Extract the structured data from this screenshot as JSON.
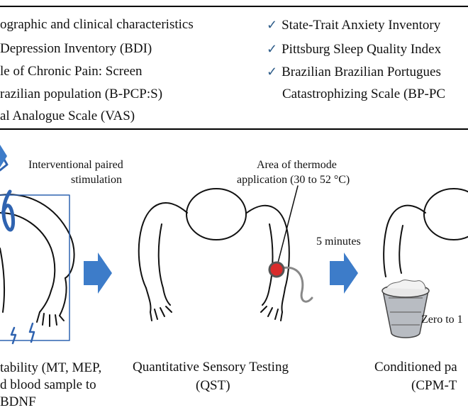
{
  "checklist_left": [
    "ographic and clinical characteristics",
    "Depression Inventory (BDI)",
    "le of Chronic Pain: Screen",
    "razilian population (B-PCP:S)",
    "al Analogue Scale (VAS)"
  ],
  "checklist_right": [
    "State-Trait Anxiety Inventory",
    "Pittsburg Sleep Quality Index",
    "Brazilian Brazilian Portugues",
    "Catastrophizing Scale (BP-PC"
  ],
  "check_symbol": "✓",
  "labels": {
    "interventional_line1": "Interventional paired",
    "interventional_line2": "stimulation",
    "thermode_line1": "Area of thermode",
    "thermode_line2": "application (30 to 52 °C)",
    "minutes": "5 minutes",
    "zero_to": "Zero to 1"
  },
  "captions": {
    "left_line1": "tability (MT, MEP,",
    "left_line2": "d blood sample to",
    "left_line3": "BDNF",
    "middle_line1": "Quantitative Sensory Testing",
    "middle_line2": "(QST)",
    "right_line1": "Conditioned pa",
    "right_line2": "(CPM-T"
  },
  "colors": {
    "arrow": "#3d7cc9",
    "thermode_dot": "#d92b2b",
    "check": "#2f5d8a",
    "frame": "#2f63b0"
  }
}
